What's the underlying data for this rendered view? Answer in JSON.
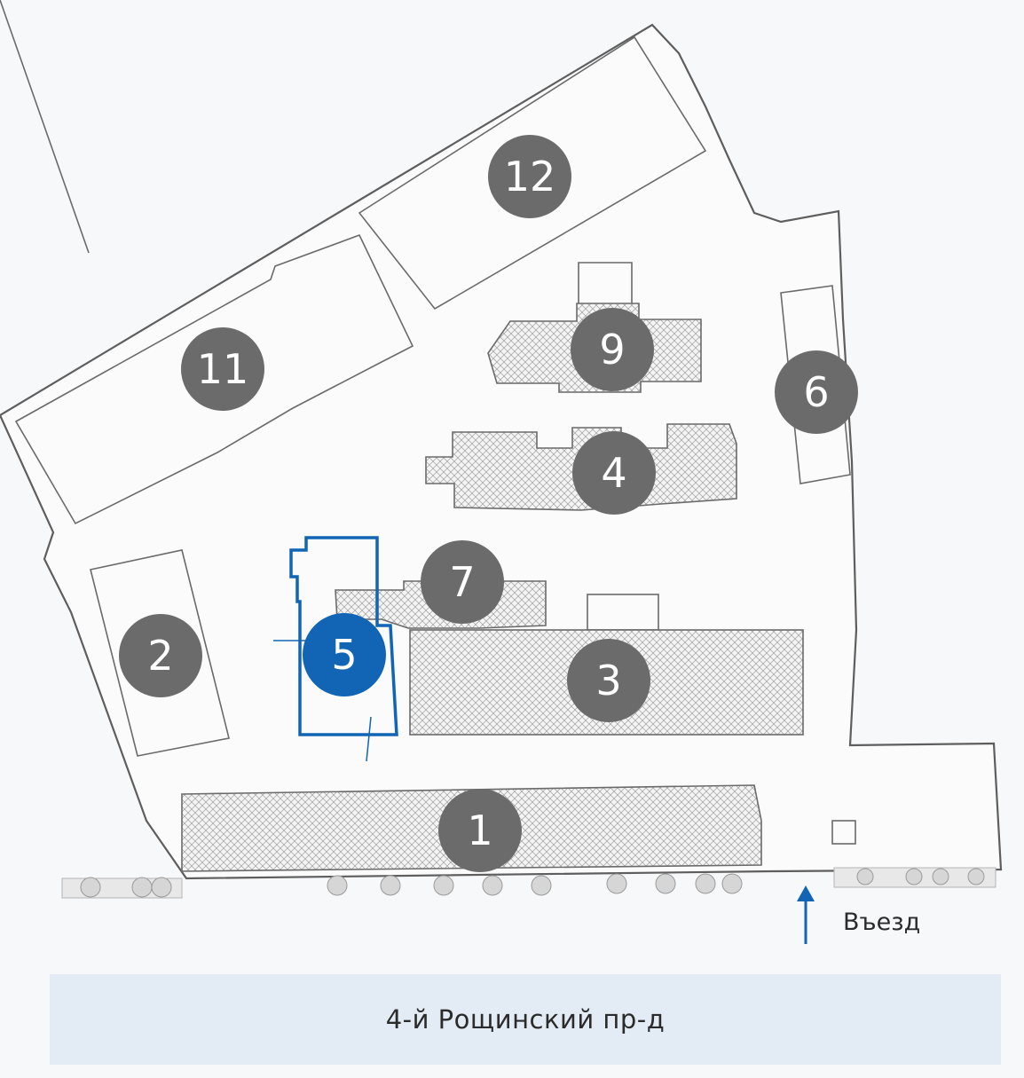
{
  "map": {
    "colors": {
      "marker": "#6b6b6b",
      "marker_active": "#1265b5",
      "outline": "#5e5e5e",
      "street_bar": "#e3ecf4"
    },
    "markers": [
      "1",
      "2",
      "3",
      "4",
      "5",
      "6",
      "7",
      "9",
      "11",
      "12"
    ],
    "selected_marker": "5",
    "entrance_label": "Въезд",
    "entrance_icon": "arrow-up-icon",
    "street_label": "4-й Рощинский пр-д"
  }
}
